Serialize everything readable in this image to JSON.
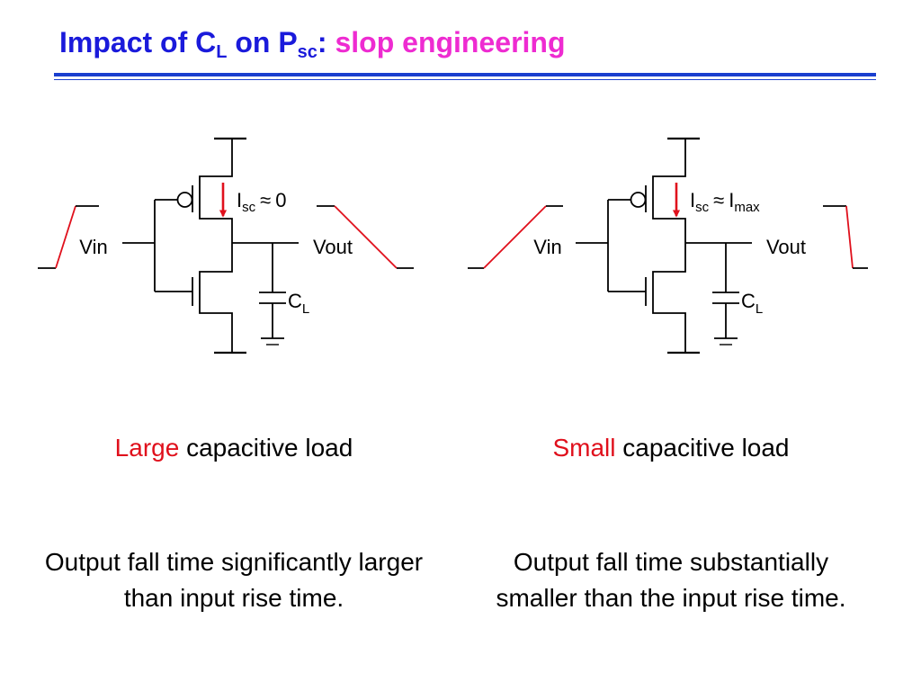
{
  "title": {
    "prefix": "Impact of C",
    "sub1": "L",
    "middle": " on P",
    "sub2": "sc",
    "colon": ":",
    "emphasis": " slop engineering"
  },
  "colors": {
    "title": "#1a1adb",
    "emphasis": "#ee2bd1",
    "rule": "#1a3fcf",
    "signal": "#e0101c",
    "wire": "#000000"
  },
  "panels": [
    {
      "vin_label": "Vin",
      "vout_label": "Vout",
      "current_symbol": "I",
      "current_sub": "sc",
      "approx": "≈",
      "current_value": "0",
      "current_value_sub": "",
      "cap_symbol": "C",
      "cap_sub": "L",
      "caption_accent": "Large",
      "caption_rest": " capacitive load",
      "description": "Output fall time significantly larger than input rise time."
    },
    {
      "vin_label": "Vin",
      "vout_label": "Vout",
      "current_symbol": "I",
      "current_sub": "sc",
      "approx": "≈",
      "current_value": "I",
      "current_value_sub": "max",
      "cap_symbol": "C",
      "cap_sub": "L",
      "caption_accent": "Small",
      "caption_rest": " capacitive load",
      "description": "Output fall time substantially smaller than the input rise time."
    }
  ]
}
